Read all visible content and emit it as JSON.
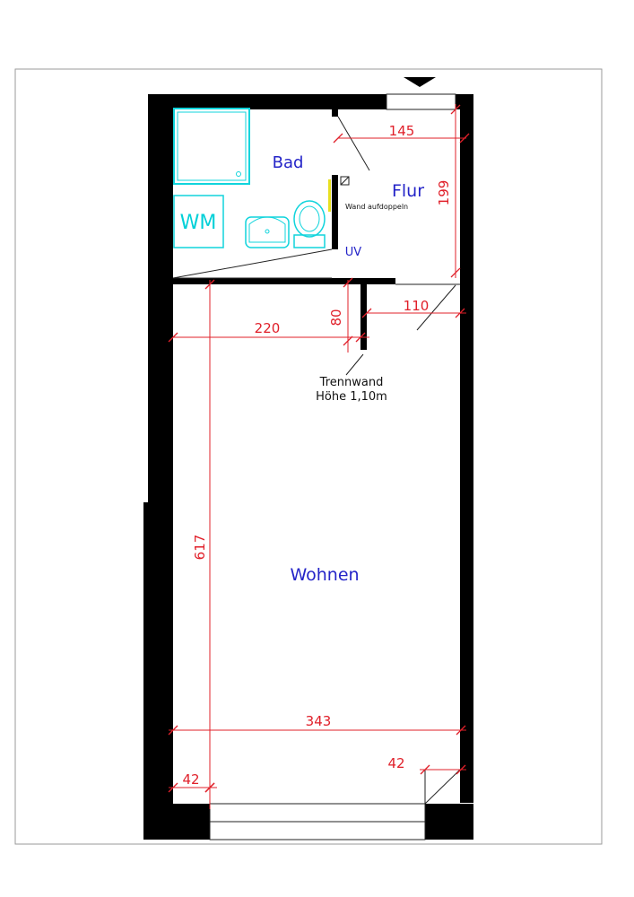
{
  "rooms": {
    "bad": "Bad",
    "flur": "Flur",
    "wohnen": "Wohnen",
    "wm": "WM",
    "uv": "UV"
  },
  "notes": {
    "wand_aufdoppeln": "Wand aufdoppeln",
    "trennwand_line1": "Trennwand",
    "trennwand_line2": "Höhe 1,10m"
  },
  "dimensions": {
    "flur_width": "145",
    "flur_depth": "199",
    "opening_right": "110",
    "trennwand_length": "80",
    "bad_width": "220",
    "wohnen_length": "617",
    "wohnen_width": "343",
    "pier_left": "42",
    "pier_right": "42"
  },
  "colors": {
    "walls": "#000000",
    "dimensions": "#e0202a",
    "room_labels": "#2424c8",
    "sanitary": "#10d4dc",
    "highlight": "#e8e020"
  }
}
